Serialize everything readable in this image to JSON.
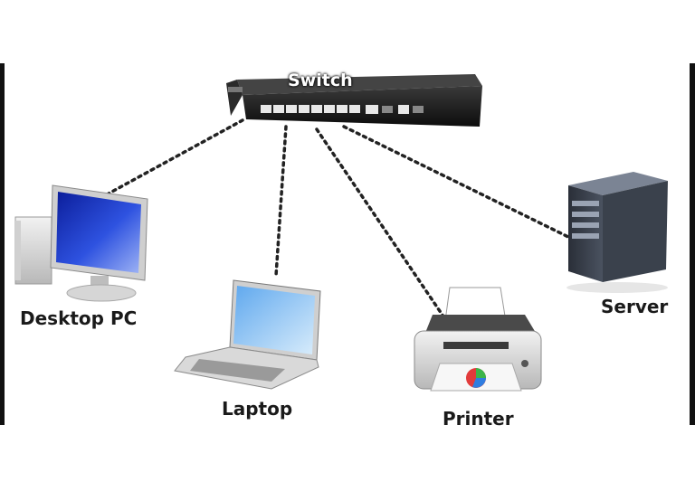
{
  "diagram": {
    "nodes": {
      "switch": {
        "label": "Switch",
        "icon": "network-switch-icon"
      },
      "desktop": {
        "label": "Desktop PC",
        "icon": "desktop-pc-icon"
      },
      "laptop": {
        "label": "Laptop",
        "icon": "laptop-icon"
      },
      "printer": {
        "label": "Printer",
        "icon": "printer-icon"
      },
      "server": {
        "label": "Server",
        "icon": "server-tower-icon"
      }
    },
    "edges": [
      {
        "from": "switch",
        "to": "desktop",
        "style": "dotted"
      },
      {
        "from": "switch",
        "to": "laptop",
        "style": "dotted"
      },
      {
        "from": "switch",
        "to": "printer",
        "style": "dotted"
      },
      {
        "from": "switch",
        "to": "server",
        "style": "dotted"
      }
    ],
    "colors": {
      "connection": "#222222",
      "screen": "#1f3fc4",
      "switch_body": "#1c1c1c"
    }
  }
}
